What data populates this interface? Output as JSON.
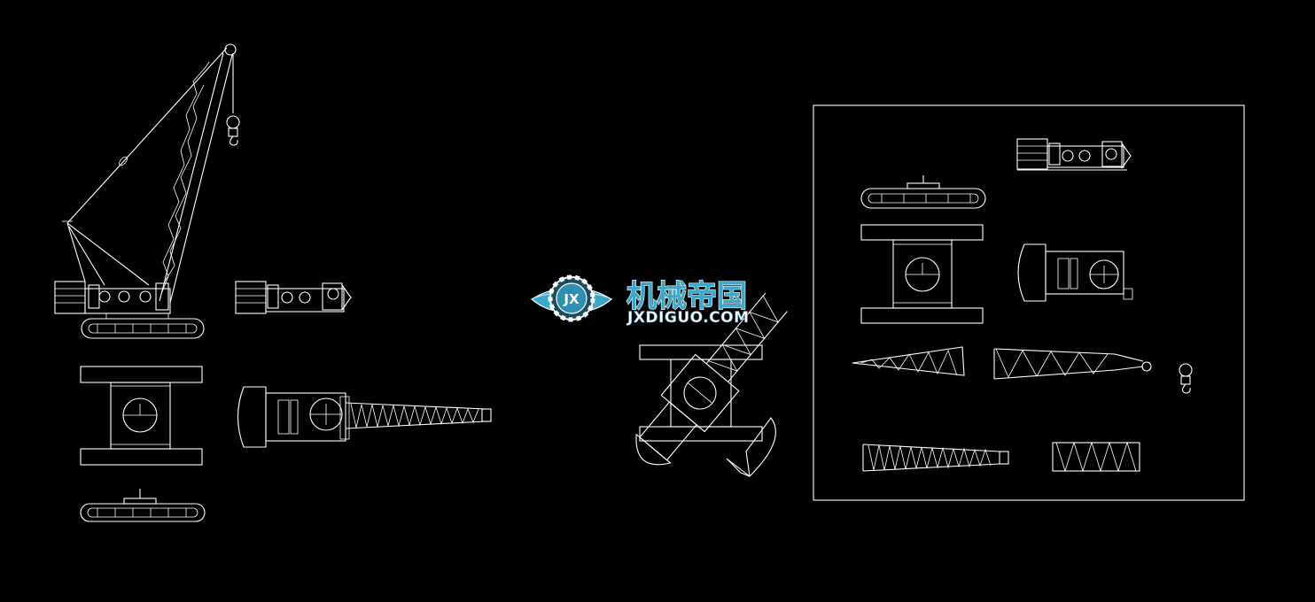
{
  "drawing": {
    "background_color": "#000000",
    "line_color": "#ffffff"
  },
  "watermark": {
    "logo_icon": "winged-gear-jx-logo",
    "logo_text": "JX",
    "brand_cn": "机械帝国",
    "brand_en": "JXDIGUO.COM",
    "accent_color": "#3aa8c8"
  }
}
